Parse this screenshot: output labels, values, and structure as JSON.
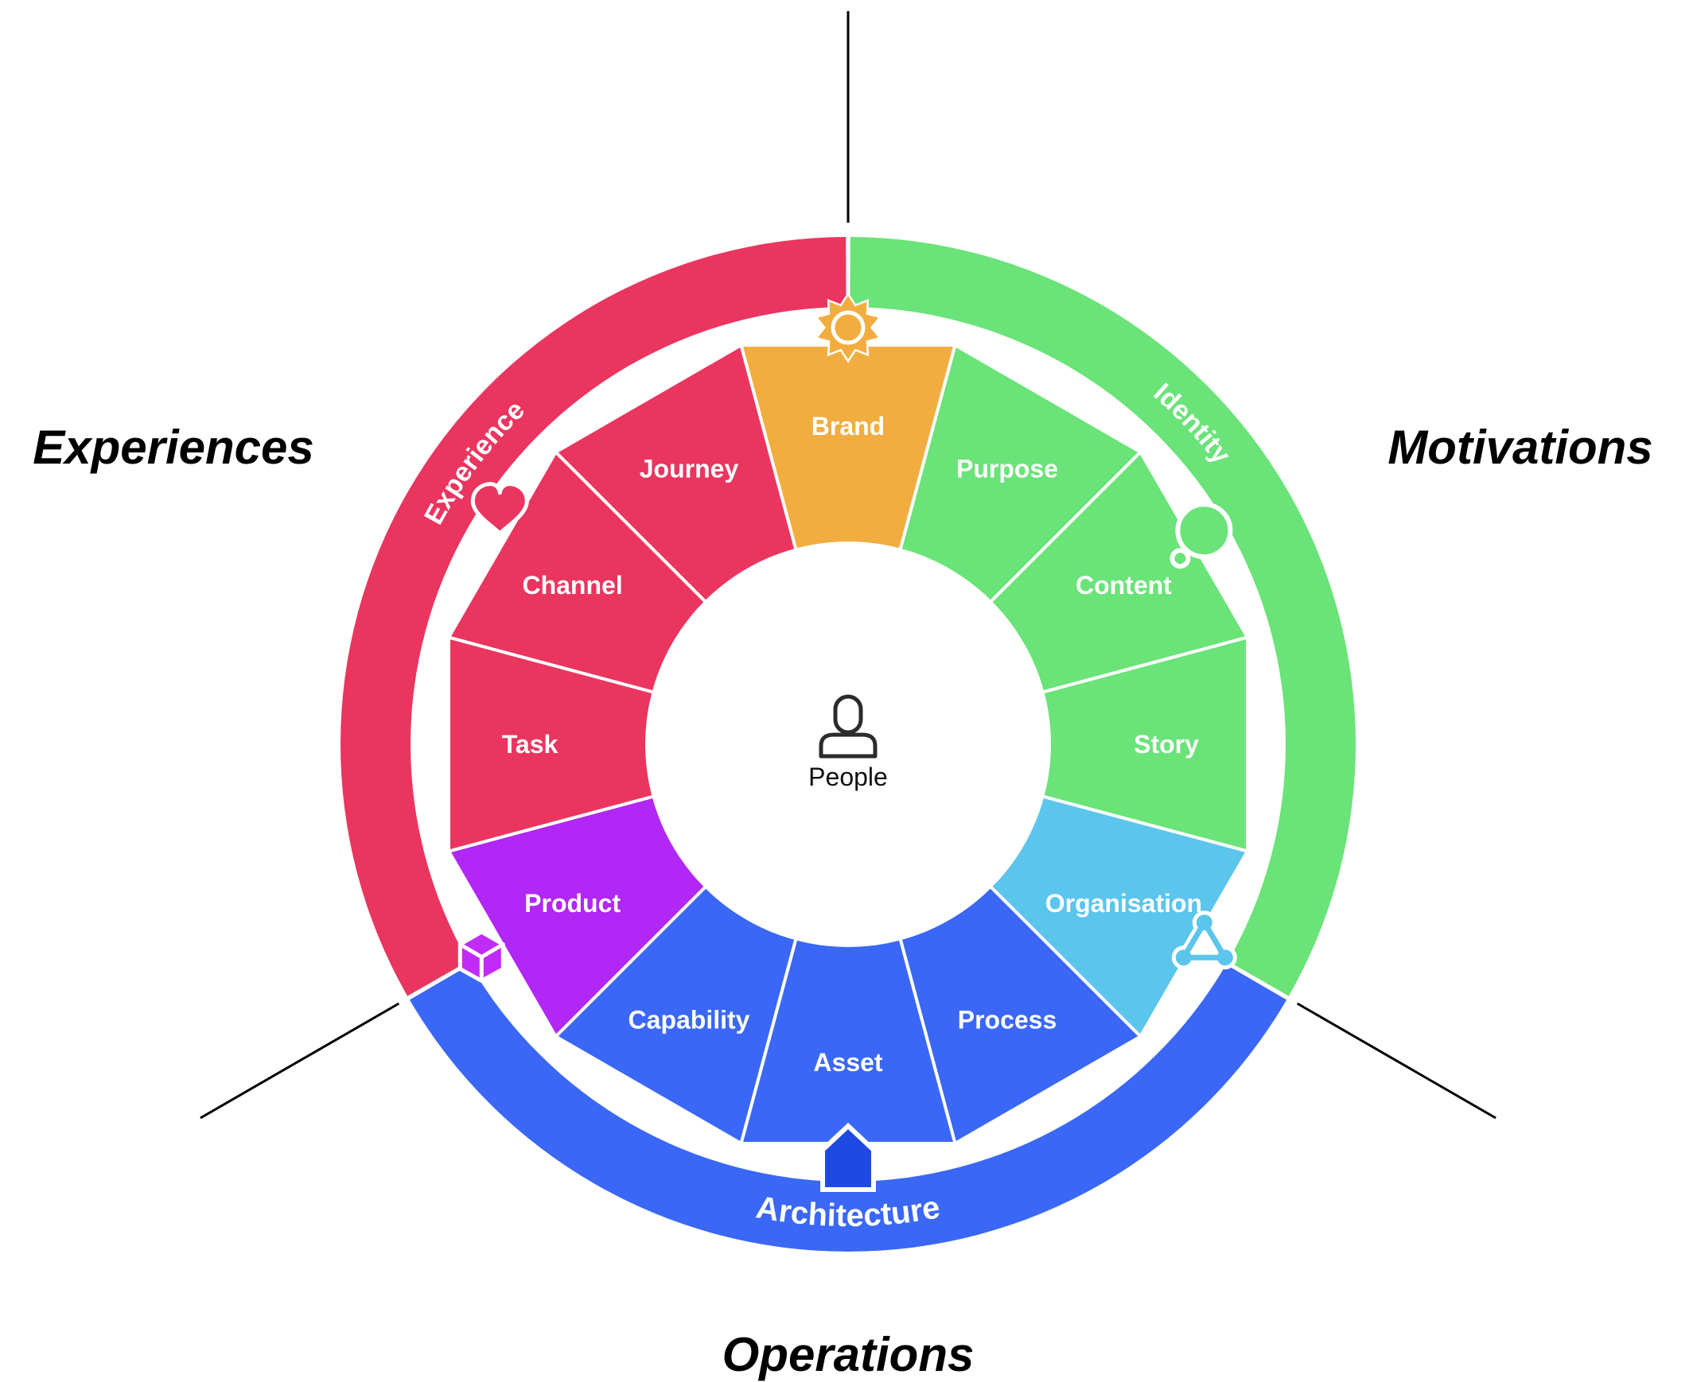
{
  "center": {
    "label": "People",
    "icon": "person-icon"
  },
  "quadrants": [
    {
      "id": "experiences",
      "label": "Experiences"
    },
    {
      "id": "motivations",
      "label": "Motivations"
    },
    {
      "id": "operations",
      "label": "Operations"
    }
  ],
  "rings": [
    {
      "id": "experience",
      "label": "Experience",
      "color": "#EA355F",
      "icon": "heart-icon"
    },
    {
      "id": "identity",
      "label": "Identity",
      "color": "#6AE378",
      "icon": "thought-bubble-icon"
    },
    {
      "id": "architecture",
      "label": "Architecture",
      "color": "#3A67F5",
      "icon": "house-icon"
    }
  ],
  "wedges": [
    {
      "label": "Brand",
      "color": "#F2AD40"
    },
    {
      "label": "Purpose",
      "color": "#6AE378"
    },
    {
      "label": "Content",
      "color": "#6AE378"
    },
    {
      "label": "Story",
      "color": "#6AE378"
    },
    {
      "label": "Organisation",
      "color": "#5BC5EC"
    },
    {
      "label": "Process",
      "color": "#3A67F5"
    },
    {
      "label": "Asset",
      "color": "#3A67F5"
    },
    {
      "label": "Capability",
      "color": "#3A67F5"
    },
    {
      "label": "Product",
      "color": "#B127F5"
    },
    {
      "label": "Task",
      "color": "#EA355F"
    },
    {
      "label": "Channel",
      "color": "#EA355F"
    },
    {
      "label": "Journey",
      "color": "#EA355F"
    }
  ],
  "icons": {
    "brand": {
      "name": "sun-icon",
      "color": "#F2AD40"
    },
    "experience": {
      "name": "heart-icon",
      "color": "#EA355F"
    },
    "product": {
      "name": "cube-icon",
      "color": "#C12BF7"
    },
    "architecture": {
      "name": "house-icon",
      "color": "#1E4AE3"
    },
    "organisation": {
      "name": "network-triangle-icon",
      "color": "#5BC5EC"
    },
    "identity": {
      "name": "thought-bubble-icon",
      "color": "#6AE378"
    }
  }
}
